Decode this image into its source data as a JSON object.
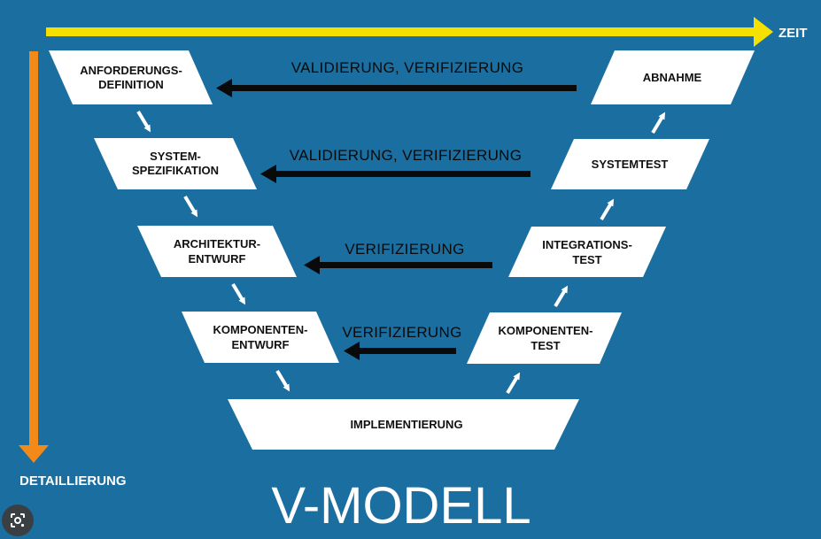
{
  "title": "V-MODELL",
  "axes": {
    "time_label": "ZEIT",
    "detail_label": "DETAILLIERUNG",
    "time_color": "#f5e000",
    "detail_color": "#f28a1a"
  },
  "colors": {
    "background": "#1b6ea0",
    "box_fill": "#ffffff",
    "arrow": "#0a0a0a"
  },
  "left_phases": [
    {
      "line1": "ANFORDERUNGS-",
      "line2": "DEFINITION"
    },
    {
      "line1": "SYSTEM-",
      "line2": "SPEZIFIKATION"
    },
    {
      "line1": "ARCHITEKTUR-",
      "line2": "ENTWURF"
    },
    {
      "line1": "KOMPONENTEN-",
      "line2": "ENTWURF"
    }
  ],
  "bottom_phase": {
    "label": "IMPLEMENTIERUNG"
  },
  "right_phases": [
    {
      "line1": "KOMPONENTEN-",
      "line2": "TEST"
    },
    {
      "line1": "INTEGRATIONS-",
      "line2": "TEST"
    },
    {
      "line1": "SYSTEMTEST",
      "line2": ""
    },
    {
      "line1": "ABNAHME",
      "line2": ""
    }
  ],
  "relations": [
    "VALIDIERUNG, VERIFIZIERUNG",
    "VALIDIERUNG, VERIFIZIERUNG",
    "VERIFIZIERUNG",
    "VERIFIZIERUNG"
  ],
  "icons": {
    "lens": "google-lens-icon"
  }
}
